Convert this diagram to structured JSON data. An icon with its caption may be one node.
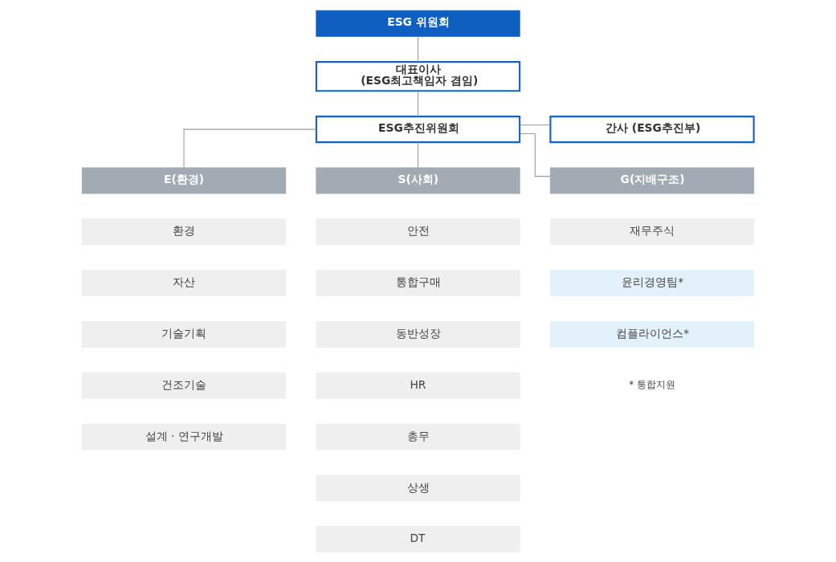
{
  "diagram": {
    "nodes": [
      {
        "text": [
          "ESG 위원회"
        ]
      },
      {
        "text": [
          "대표이사",
          "(ESG최고책임자 겸임)"
        ]
      },
      {
        "text": [
          "ESG추진위원회"
        ]
      },
      {
        "text": [
          "간사 (ESG추진부)"
        ]
      },
      {
        "text": [
          "E(환경)"
        ]
      },
      {
        "text": [
          "S(사회)"
        ]
      },
      {
        "text": [
          "G(지배구조)"
        ]
      },
      {
        "text": [
          "환경"
        ]
      },
      {
        "text": [
          "자산"
        ]
      },
      {
        "text": [
          "기술기획"
        ]
      },
      {
        "text": [
          "건조기술"
        ]
      },
      {
        "text": [
          "설계 · 연구개발"
        ]
      },
      {
        "text": [
          "안전"
        ]
      },
      {
        "text": [
          "통합구매"
        ]
      },
      {
        "text": [
          "동반성장"
        ]
      },
      {
        "text": [
          "HR"
        ]
      },
      {
        "text": [
          "총무"
        ]
      },
      {
        "text": [
          "상생"
        ]
      },
      {
        "text": [
          "DT"
        ]
      },
      {
        "text": [
          "재무주식"
        ]
      },
      {
        "text": [
          "윤리경영팀*"
        ]
      },
      {
        "text": [
          "컴플라이언스*"
        ]
      }
    ],
    "edges": [
      {
        "from": 0,
        "to": 1,
        "arrow": "none"
      },
      {
        "from": 1,
        "to": 2,
        "arrow": "none"
      },
      {
        "from": 2,
        "to": 3,
        "arrow": "none"
      },
      {
        "from": 2,
        "to": 4,
        "arrow": "none"
      },
      {
        "from": 2,
        "to": 5,
        "arrow": "none"
      },
      {
        "from": 2,
        "to": 6,
        "arrow": "none"
      }
    ],
    "labels": [
      "* 통합지원"
    ]
  }
}
